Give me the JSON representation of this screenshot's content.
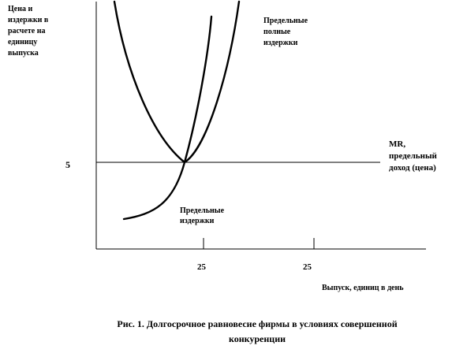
{
  "diagram": {
    "y_axis_label_lines": [
      "Цена и",
      "издержки в",
      "расчете на",
      "единицу",
      "выпуска"
    ],
    "price_tick_label": "5",
    "x_ticks": [
      "25",
      "25"
    ],
    "x_axis_label": "Выпуск, единиц в день",
    "curves": {
      "marginal_total_cost_lines": [
        "Предельные",
        "полные",
        "издержки"
      ],
      "marginal_cost_lines": [
        "Предельные",
        "издержки"
      ],
      "mr_lines": [
        "MR,",
        "предельный",
        "доход  (цена)"
      ]
    }
  },
  "caption": {
    "line1": "Рис. 1. Долгосрочное равновесие фирмы в условиях совершенной",
    "line2": "конкуренции"
  }
}
